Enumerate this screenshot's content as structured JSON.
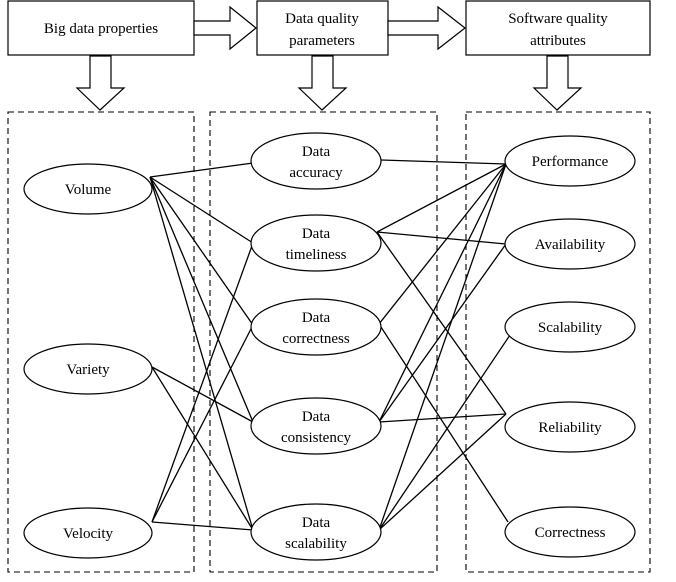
{
  "headers": {
    "big_data": "Big data properties",
    "dq_line1": "Data quality",
    "dq_line2": "parameters",
    "sq_line1": "Software quality",
    "sq_line2": "attributes"
  },
  "big_data_nodes": {
    "volume": "Volume",
    "variety": "Variety",
    "velocity": "Velocity"
  },
  "data_quality_nodes": {
    "accuracy": {
      "line1": "Data",
      "line2": "accuracy"
    },
    "timeliness": {
      "line1": "Data",
      "line2": "timeliness"
    },
    "correctness": {
      "line1": "Data",
      "line2": "correctness"
    },
    "consistency": {
      "line1": "Data",
      "line2": "consistency"
    },
    "scalability": {
      "line1": "Data",
      "line2": "scalability"
    }
  },
  "software_quality_nodes": {
    "performance": "Performance",
    "availability": "Availability",
    "scalability": "Scalability",
    "reliability": "Reliability",
    "correctness": "Correctness"
  },
  "edges": [
    [
      "volume",
      "accuracy"
    ],
    [
      "volume",
      "timeliness"
    ],
    [
      "volume",
      "correctness"
    ],
    [
      "volume",
      "consistency"
    ],
    [
      "volume",
      "scalability"
    ],
    [
      "variety",
      "consistency"
    ],
    [
      "variety",
      "scalability"
    ],
    [
      "velocity",
      "timeliness"
    ],
    [
      "velocity",
      "correctness"
    ],
    [
      "velocity",
      "scalability"
    ],
    [
      "accuracy",
      "performance"
    ],
    [
      "timeliness",
      "performance"
    ],
    [
      "timeliness",
      "availability"
    ],
    [
      "timeliness",
      "reliability"
    ],
    [
      "correctness",
      "performance"
    ],
    [
      "correctness",
      "correctness_sq"
    ],
    [
      "consistency",
      "performance"
    ],
    [
      "consistency",
      "availability"
    ],
    [
      "consistency",
      "reliability"
    ],
    [
      "scalability",
      "performance"
    ],
    [
      "scalability",
      "scalability_sq"
    ],
    [
      "scalability",
      "reliability"
    ]
  ]
}
